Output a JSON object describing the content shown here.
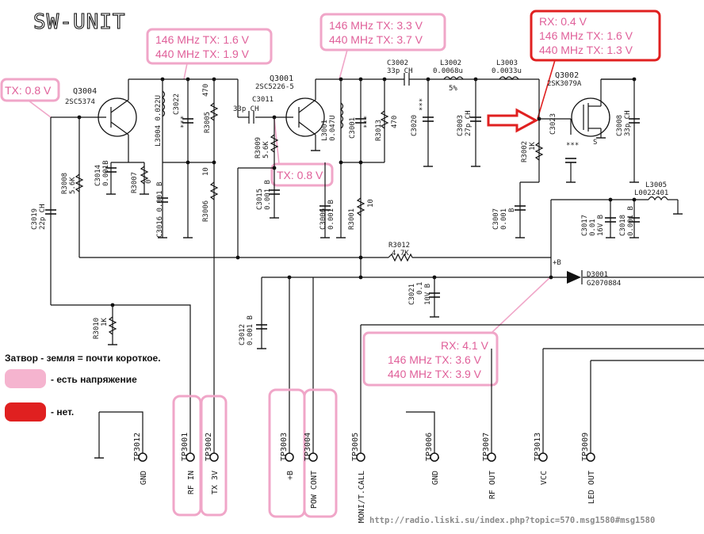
{
  "title": "SW-UNIT",
  "annotations": {
    "q3004_tx": "TX: 0.8 V",
    "q3004_freq": [
      "146 MHz TX: 1.6 V",
      "440 MHz TX: 1.9 V"
    ],
    "q3001_freq": [
      "146 MHz TX: 3.3 V",
      "440 MHz TX: 3.7 V"
    ],
    "q3001_tx": "TX: 0.8 V",
    "q3002_gate": [
      "RX: 0.4 V",
      "146 MHz TX: 1.6 V",
      "440 MHz TX: 1.3 V"
    ],
    "supply": [
      "RX: 4.1 V",
      "146 MHz TX: 3.6 V",
      "440 MHz TX: 3.9 V"
    ]
  },
  "legend": {
    "note": "Затвор - земля = почти короткое.",
    "pink": "- есть напряжение",
    "red": "- нет."
  },
  "colors": {
    "pink": "#f0a6c8",
    "pink_text": "#e0609a",
    "red": "#e02020",
    "arrow": "#e02020"
  },
  "components": {
    "q3004": [
      "Q3004",
      "2SC5374"
    ],
    "q3001": [
      "Q3001",
      "2SC5226-5"
    ],
    "q3002": [
      "Q3002",
      "2SK3079A"
    ],
    "l3004": "L3004 0.022U",
    "c3022": "C3022",
    "c3022_val": "***",
    "r3005": "R3005",
    "r3005_val": "470",
    "c3011": [
      "C3011",
      "33p CH"
    ],
    "l3001": "L3001",
    "l3001_val": "0.047U",
    "c3001": "C3001",
    "c3001_val": "***",
    "r3013": "R3013",
    "r3013_val": "470",
    "c3002": [
      "C3002",
      "33p CH"
    ],
    "l3002": [
      "L3002",
      "0.0068u"
    ],
    "l3002_pct": "5%",
    "l3003": [
      "L3003",
      "0.0033u"
    ],
    "c3020": "C3020",
    "c3020_val": "***",
    "c3003": [
      "C3003",
      "27p CH"
    ],
    "c3008": [
      "C3008",
      "33p CH"
    ],
    "c3014": [
      "C3014",
      "0.001B"
    ],
    "r3007": [
      "R3007",
      "0"
    ],
    "r3008": [
      "R3008",
      "5.6K"
    ],
    "c3016": [
      "C3016 0.001 B"
    ],
    "r3006": [
      "R3006",
      "10"
    ],
    "c3019": [
      "C3019",
      "22p CH"
    ],
    "r3009": [
      "R3009",
      "5.6K"
    ],
    "c3015": [
      "C3015",
      "0.001 B"
    ],
    "c3006": [
      "C3006",
      "0.001 B"
    ],
    "r3001": [
      "R3001",
      "10"
    ],
    "r3002": [
      "R3002",
      "1K"
    ],
    "c3023": "C3023",
    "c3023_val": "***",
    "c3007": [
      "C3007",
      "0.001",
      "B"
    ],
    "l3005": [
      "L3005",
      "L0022401"
    ],
    "c3017": [
      "C3017",
      "0.01",
      "16V B"
    ],
    "c3018": [
      "C3018",
      "0.001 B"
    ],
    "r3012": [
      "R3012",
      "4.7K"
    ],
    "c3021": [
      "C3021",
      "0.1",
      "10V B"
    ],
    "d3001": [
      "D3001",
      "G2070884"
    ],
    "plus_b": "+B",
    "c3012": [
      "C3012",
      "0.001 B"
    ],
    "r3010": [
      "R3010",
      "1K"
    ],
    "s_pin": "S"
  },
  "test_points": [
    {
      "id": "TP3012",
      "label": "GND"
    },
    {
      "id": "TP3001",
      "label": "RF IN"
    },
    {
      "id": "TP3002",
      "label": "TX 3V"
    },
    {
      "id": "TP3003",
      "label": "+B"
    },
    {
      "id": "TP3004",
      "label": "POW CONT"
    },
    {
      "id": "TP3005",
      "label": "MONI/T.CALL"
    },
    {
      "id": "TP3006",
      "label": "GND"
    },
    {
      "id": "TP3007",
      "label": "RF OUT"
    },
    {
      "id": "TP3013",
      "label": "VCC"
    },
    {
      "id": "TP3009",
      "label": "LED OUT"
    }
  ],
  "footer": "http://radio.liski.su/index.php?topic=570.msg1580#msg1580"
}
